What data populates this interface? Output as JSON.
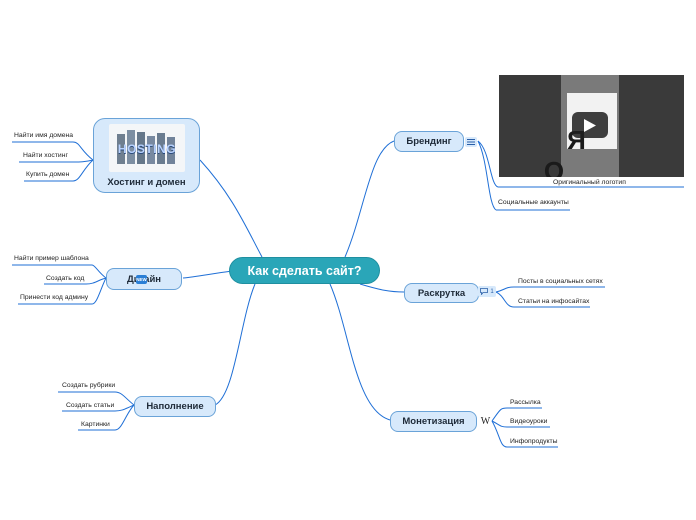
{
  "center": {
    "title": "Как сделать сайт?"
  },
  "branches": {
    "hosting": {
      "label": "Хостинг и домен",
      "image_text": "HOSTING",
      "leaves": [
        "Найти имя домена",
        "Найти хостинг",
        "Купить домен"
      ]
    },
    "design": {
      "label": "Дизайн",
      "icon": "new-badge-icon",
      "icon_text": "NEW",
      "leaves": [
        "Найти пример шаблона",
        "Создать код",
        "Принести код админу"
      ]
    },
    "content": {
      "label": "Наполнение",
      "leaves": [
        "Создать рубрики",
        "Создать статьи",
        "Картинки"
      ]
    },
    "branding": {
      "label": "Брендинг",
      "icon": "notes-icon",
      "video_caption": "Оригинальный логотип",
      "video_text": "Я О",
      "leaves": [
        "Социальные аккаунты"
      ]
    },
    "promotion": {
      "label": "Раскрутка",
      "icon": "comment-icon",
      "comment_count": "1",
      "leaves": [
        "Посты в социальных сетях",
        "Статьи на инфосайтах"
      ]
    },
    "monetization": {
      "label": "Монетизация",
      "icon": "wikipedia-icon",
      "icon_text": "W",
      "leaves": [
        "Рассылка",
        "Видеоуроки",
        "Инфопродукты"
      ]
    }
  },
  "colors": {
    "line": "#1f6fd6",
    "center": "#2aa6b8",
    "node_fill": "#d7e9fb",
    "node_border": "#6aa3d8"
  }
}
